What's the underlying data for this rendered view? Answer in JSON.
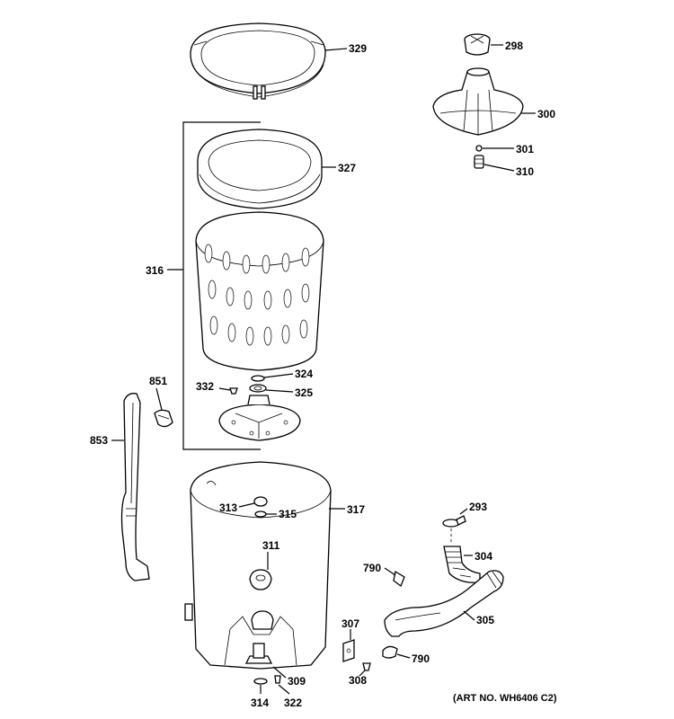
{
  "labels": {
    "p329": "329",
    "p298": "298",
    "p300": "300",
    "p301": "301",
    "p310": "310",
    "p327": "327",
    "p316": "316",
    "p324": "324",
    "p332": "332",
    "p325": "325",
    "p851": "851",
    "p853": "853",
    "p317": "317",
    "p313": "313",
    "p315": "315",
    "p311": "311",
    "p293": "293",
    "p304": "304",
    "p790a": "790",
    "p305": "305",
    "p307": "307",
    "p790b": "790",
    "p308": "308",
    "p309": "309",
    "p314": "314",
    "p322": "322"
  },
  "art_no": "(ART NO. WH6406 C2)"
}
